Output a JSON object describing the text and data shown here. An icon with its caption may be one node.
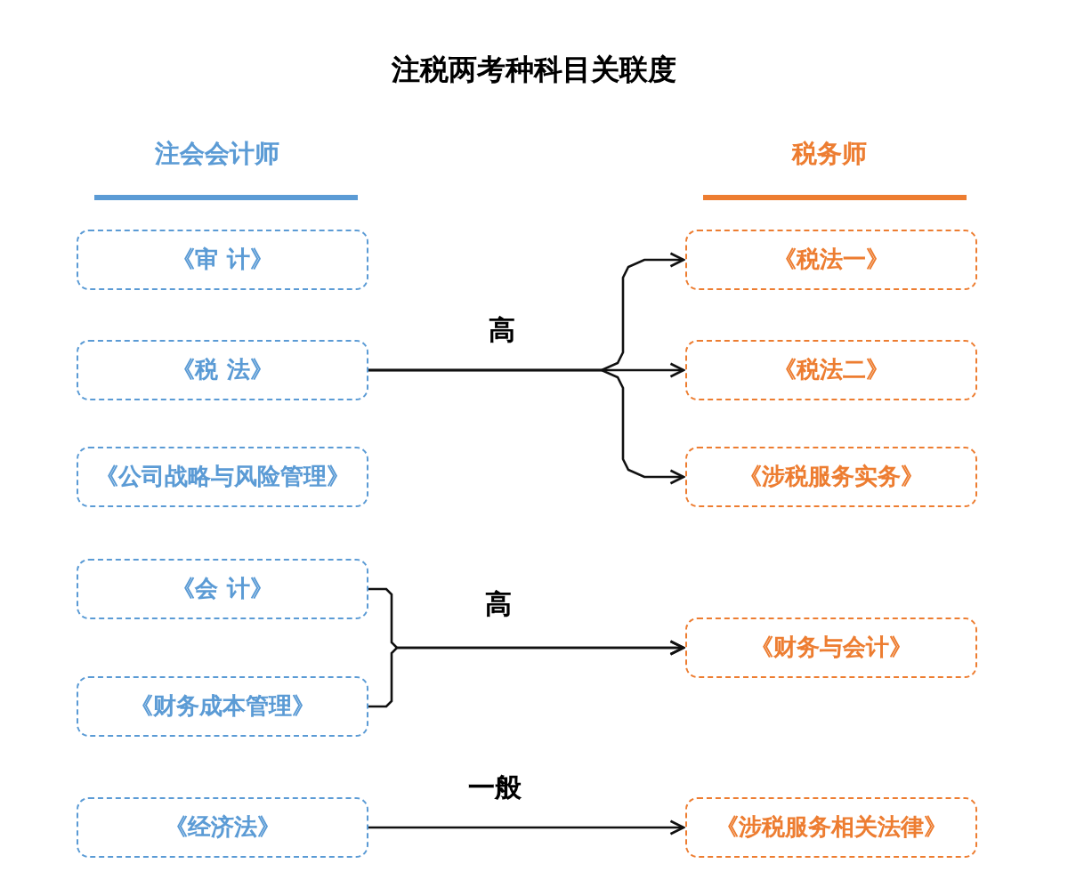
{
  "diagram": {
    "title": "注税两考种科目关联度",
    "nodes": [
      {
        "text": [
          "《审 计》"
        ]
      },
      {
        "text": [
          "《税 法》"
        ]
      },
      {
        "text": [
          "《公司战略与风险管理》"
        ]
      },
      {
        "text": [
          "《会 计》"
        ]
      },
      {
        "text": [
          "《财务成本管理》"
        ]
      },
      {
        "text": [
          "《经济法》"
        ]
      },
      {
        "text": [
          "《税法一》"
        ]
      },
      {
        "text": [
          "《税法二》"
        ]
      },
      {
        "text": [
          "《涉税服务实务》"
        ]
      },
      {
        "text": [
          "《财务与会计》"
        ]
      },
      {
        "text": [
          "《涉税服务相关法律》"
        ]
      }
    ],
    "edges": [
      {
        "from": 1,
        "to": 6,
        "arrow": "to",
        "label": "高"
      },
      {
        "from": 1,
        "to": 7,
        "arrow": "to"
      },
      {
        "from": 1,
        "to": 8,
        "arrow": "to"
      },
      {
        "from": 3,
        "to": 9,
        "arrow": "to",
        "label": "高"
      },
      {
        "from": 4,
        "to": 9,
        "arrow": "to"
      },
      {
        "from": 5,
        "to": 10,
        "arrow": "to",
        "label": "一般"
      }
    ],
    "labels": [
      "注会会计师",
      "税务师"
    ]
  }
}
